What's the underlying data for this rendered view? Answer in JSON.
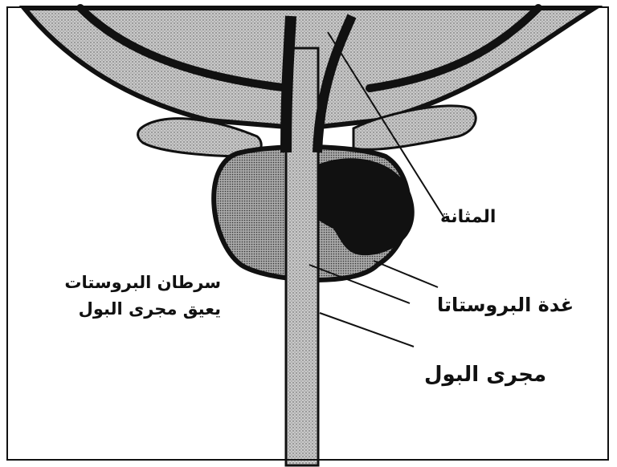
{
  "labels": {
    "bladder": "المثانة",
    "prostate_gland": "غدة البروستاتا",
    "urethra": "مجرى البول",
    "cancer_line1": "سرطان البروستات",
    "cancer_line2": "يعيق مجرى البول"
  },
  "colors": {
    "ink": "#111111",
    "stipple": "#bdbdbd",
    "background": "#ffffff"
  }
}
